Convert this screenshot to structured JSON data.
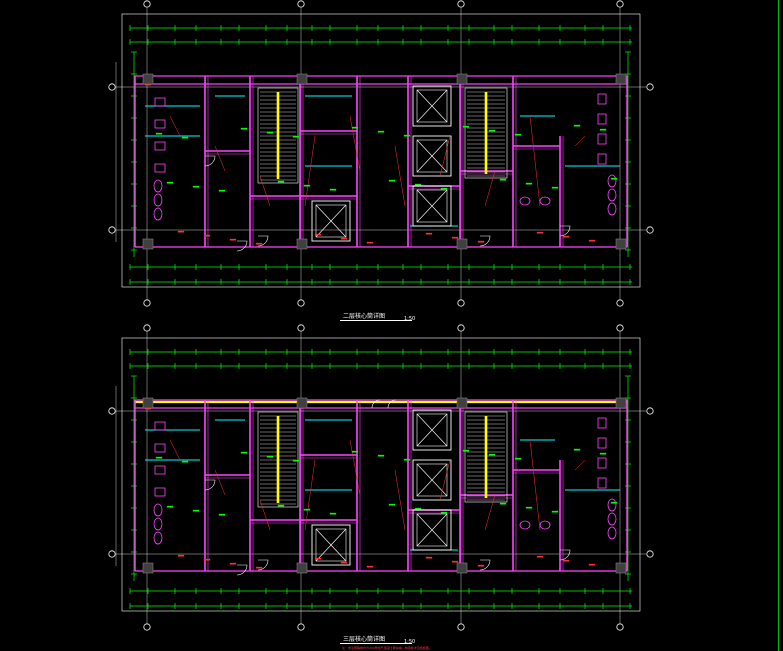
{
  "drawing": {
    "background": "#000000",
    "colors": {
      "dimension": "#00ff00",
      "wall": "#ff44ff",
      "axis": "#ffffff",
      "cyan": "#00ffff",
      "yellow": "#ffff00",
      "red": "#ff3030",
      "grey": "#808080"
    },
    "plans": [
      {
        "caption": "二层核心筒详图",
        "scale": "1:50",
        "note": ""
      },
      {
        "caption": "三层核心筒详图",
        "scale": "1:50",
        "note": "注：未注明墙体均为200厚加气混凝土砌块墙，构造柱详见结施图。"
      }
    ]
  }
}
